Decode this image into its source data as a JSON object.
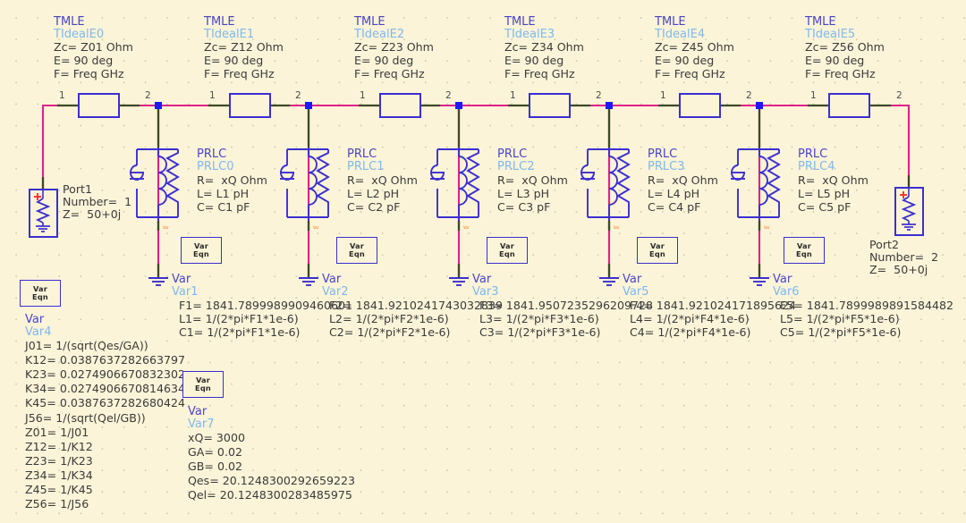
{
  "canvas": {
    "background": "#fbf4d8",
    "grid_color": "#c9c4ae",
    "wire_color": "#e0218a",
    "lead_color": "#3c4a26",
    "symbol_color": "#3b2fd0",
    "node_color": "#1a1aff",
    "type_color": "#4a44c8",
    "inst_color": "#7fb8ee",
    "param_color": "#3b3b3b",
    "plus_color": "#ff2d2d"
  },
  "tmle": [
    {
      "type": "TMLE",
      "inst": "TIdealE0",
      "zc": "Zc= Z01 Ohm",
      "e": "E= 90 deg",
      "f": "F= Freq GHz",
      "pin1": "1",
      "pin2": "2"
    },
    {
      "type": "TMLE",
      "inst": "TIdealE1",
      "zc": "Zc= Z12 Ohm",
      "e": "E= 90 deg",
      "f": "F= Freq GHz",
      "pin1": "1",
      "pin2": "2"
    },
    {
      "type": "TMLE",
      "inst": "TIdealE2",
      "zc": "Zc= Z23 Ohm",
      "e": "E= 90 deg",
      "f": "F= Freq GHz",
      "pin1": "1",
      "pin2": "2"
    },
    {
      "type": "TMLE",
      "inst": "TIdealE3",
      "zc": "Zc= Z34 Ohm",
      "e": "E= 90 deg",
      "f": "F= Freq GHz",
      "pin1": "1",
      "pin2": "2"
    },
    {
      "type": "TMLE",
      "inst": "TIdealE4",
      "zc": "Zc= Z45 Ohm",
      "e": "E= 90 deg",
      "f": "F= Freq GHz",
      "pin1": "1",
      "pin2": "2"
    },
    {
      "type": "TMLE",
      "inst": "TIdealE5",
      "zc": "Zc= Z56 Ohm",
      "e": "E= 90 deg",
      "f": "F= Freq GHz",
      "pin1": "1",
      "pin2": "2"
    }
  ],
  "prlc": [
    {
      "type": "PRLC",
      "inst": "PRLC0",
      "r": "R=  xQ Ohm",
      "l": "L= L1 pH",
      "c": "C= C1 pF"
    },
    {
      "type": "PRLC",
      "inst": "PRLC1",
      "r": "R=  xQ Ohm",
      "l": "L= L2 pH",
      "c": "C= C2 pF"
    },
    {
      "type": "PRLC",
      "inst": "PRLC2",
      "r": "R=  xQ Ohm",
      "l": "L= L3 pH",
      "c": "C= C3 pF"
    },
    {
      "type": "PRLC",
      "inst": "PRLC3",
      "r": "R=  xQ Ohm",
      "l": "L= L4 pH",
      "c": "C= C4 pF"
    },
    {
      "type": "PRLC",
      "inst": "PRLC4",
      "r": "R=  xQ Ohm",
      "l": "L= L5 pH",
      "c": "C= C5 pF"
    }
  ],
  "ports": [
    {
      "name": "Port1",
      "number": "Number=  1",
      "z": "Z=  50+0j",
      "plus": "+"
    },
    {
      "name": "Port2",
      "number": "Number=  2",
      "z": "Z=  50+0j",
      "plus": "+"
    }
  ],
  "var_eqn_boxes": [
    {
      "line1": "Var",
      "line2": "Eqn"
    },
    {
      "line1": "Var",
      "line2": "Eqn"
    },
    {
      "line1": "Var",
      "line2": "Eqn"
    },
    {
      "line1": "Var",
      "line2": "Eqn"
    },
    {
      "line1": "Var",
      "line2": "Eqn"
    },
    {
      "line1": "Var",
      "line2": "Eqn"
    },
    {
      "line1": "Var",
      "line2": "Eqn"
    }
  ],
  "var_blocks": [
    {
      "type": "Var",
      "inst": "Var1",
      "lines": [
        "F1= 1841.7899989909460601",
        "L1= 1/(2*pi*F1*1e-6)",
        "C1= 1/(2*pi*F1*1e-6)"
      ]
    },
    {
      "type": "Var",
      "inst": "Var2",
      "lines": [
        "F2= 1841.9210241743032839",
        "L2= 1/(2*pi*F2*1e-6)",
        "C2= 1/(2*pi*F2*1e-6)"
      ]
    },
    {
      "type": "Var",
      "inst": "Var3",
      "lines": [
        "F3= 1841.9507235296209728",
        "L3= 1/(2*pi*F3*1e-6)",
        "C3= 1/(2*pi*F3*1e-6)"
      ]
    },
    {
      "type": "Var",
      "inst": "Var5",
      "lines": [
        "F4= 1841.921024171895624",
        "L4= 1/(2*pi*F4*1e-6)",
        "C4= 1/(2*pi*F4*1e-6)"
      ]
    },
    {
      "type": "Var",
      "inst": "Var6",
      "lines": [
        "F5= 1841.7899989891584482",
        "L5= 1/(2*pi*F5*1e-6)",
        "C5= 1/(2*pi*F5*1e-6)"
      ]
    }
  ],
  "var4": {
    "type": "Var",
    "inst": "Var4",
    "lines": [
      "J01= 1/(sqrt(Qes/GA))",
      "K12= 0.0387637282663797",
      "K23= 0.0274906670832302",
      "K34= 0.0274906670814634",
      "K45= 0.0387637282680424",
      "J56= 1/(sqrt(Qel/GB))",
      "Z01= 1/J01",
      "Z12= 1/K12",
      "Z23= 1/K23",
      "Z34= 1/K34",
      "Z45= 1/K45",
      "Z56= 1/J56"
    ]
  },
  "var7": {
    "type": "Var",
    "inst": "Var7",
    "lines": [
      "xQ= 3000",
      "GA= 0.02",
      "GB= 0.02",
      "Qes= 20.1248300292659223",
      "Qel= 20.1248300283485975"
    ]
  },
  "ground_labels": [
    "Var",
    "Var",
    "Var",
    "Var",
    "Var"
  ],
  "icons": {
    "resistor": "resistor-icon",
    "inductor": "inductor-icon",
    "capacitor": "capacitor-icon",
    "ground": "ground-icon",
    "junction": "junction-node-icon",
    "tline": "transmission-line-icon"
  }
}
